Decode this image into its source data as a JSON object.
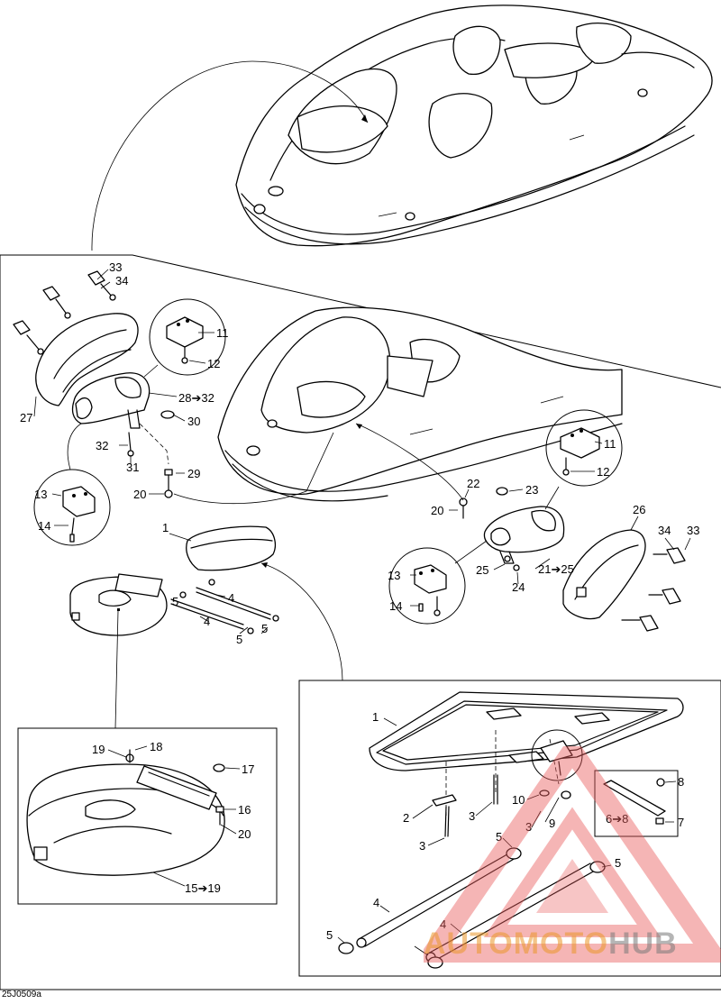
{
  "diagram": {
    "code": "25J0509a",
    "labels": [
      {
        "key": "l33a",
        "text": "33"
      },
      {
        "key": "l34a",
        "text": "34"
      },
      {
        "key": "l27",
        "text": "27"
      },
      {
        "key": "l11a",
        "text": "11"
      },
      {
        "key": "l12a",
        "text": "12"
      },
      {
        "key": "l28",
        "text": "28➔32"
      },
      {
        "key": "l30",
        "text": "30"
      },
      {
        "key": "l32",
        "text": "32"
      },
      {
        "key": "l31",
        "text": "31"
      },
      {
        "key": "l29",
        "text": "29"
      },
      {
        "key": "l20a",
        "text": "20"
      },
      {
        "key": "l13a",
        "text": "13"
      },
      {
        "key": "l14a",
        "text": "14"
      },
      {
        "key": "l1a",
        "text": "1"
      },
      {
        "key": "l5a",
        "text": "5"
      },
      {
        "key": "l4a",
        "text": "4"
      },
      {
        "key": "l4b",
        "text": "4"
      },
      {
        "key": "l5b",
        "text": "5"
      },
      {
        "key": "l5c",
        "text": "5"
      },
      {
        "key": "l22",
        "text": "22"
      },
      {
        "key": "l23",
        "text": "23"
      },
      {
        "key": "l20b",
        "text": "20"
      },
      {
        "key": "l11b",
        "text": "11"
      },
      {
        "key": "l12b",
        "text": "12"
      },
      {
        "key": "l26",
        "text": "26"
      },
      {
        "key": "l34b",
        "text": "34"
      },
      {
        "key": "l33b",
        "text": "33"
      },
      {
        "key": "l21",
        "text": "21➔25"
      },
      {
        "key": "l25",
        "text": "25"
      },
      {
        "key": "l24",
        "text": "24"
      },
      {
        "key": "l13b",
        "text": "13"
      },
      {
        "key": "l14b",
        "text": "14"
      },
      {
        "key": "l19",
        "text": "19"
      },
      {
        "key": "l18",
        "text": "18"
      },
      {
        "key": "l17",
        "text": "17"
      },
      {
        "key": "l16",
        "text": "16"
      },
      {
        "key": "l20c",
        "text": "20"
      },
      {
        "key": "l15",
        "text": "15➔19"
      },
      {
        "key": "l1b",
        "text": "1"
      },
      {
        "key": "l2",
        "text": "2"
      },
      {
        "key": "l3a",
        "text": "3"
      },
      {
        "key": "l3b",
        "text": "3"
      },
      {
        "key": "l3c",
        "text": "3"
      },
      {
        "key": "l10",
        "text": "10"
      },
      {
        "key": "l9",
        "text": "9"
      },
      {
        "key": "l8",
        "text": "8"
      },
      {
        "key": "l6",
        "text": "6➔8"
      },
      {
        "key": "l7",
        "text": "7"
      },
      {
        "key": "l5d",
        "text": "5"
      },
      {
        "key": "l5e",
        "text": "5"
      },
      {
        "key": "l5f",
        "text": "5"
      },
      {
        "key": "l4c",
        "text": "4"
      },
      {
        "key": "l4d",
        "text": "4"
      }
    ]
  },
  "watermark": {
    "part1": "AUTOMOTO",
    "part2": "HUB",
    "colors": {
      "triangle": "#e85a5a",
      "orange": "#ea9628",
      "gray": "#787878"
    }
  }
}
